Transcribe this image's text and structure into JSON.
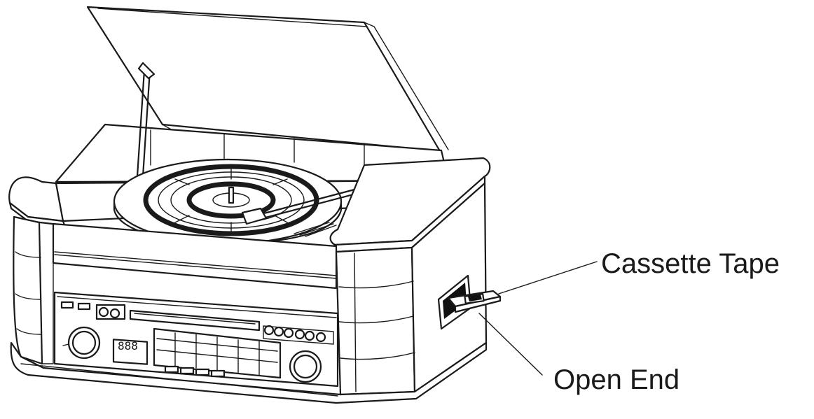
{
  "diagram": {
    "labels": {
      "cassette_tape": "Cassette Tape",
      "open_end": "Open End"
    },
    "display_digits": "888",
    "colors": {
      "line": "#1a1a1a",
      "background": "#ffffff"
    }
  }
}
